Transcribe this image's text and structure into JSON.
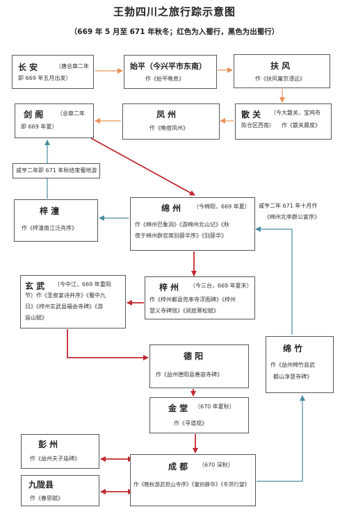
{
  "title": "王勃四川之旅行踪示意图",
  "subtitle": "（669 年 5 月至 671 年秋冬；红色为入蜀行，黑色为出蜀行）",
  "nodes": {
    "changan": {
      "name": "长  安",
      "note_l1": "（唐总章二年",
      "note_l2": "即 669 年五月出发）"
    },
    "shiping": {
      "name": "始平（今兴平市东南）",
      "work": "作《始平晚息》"
    },
    "fufeng": {
      "name": "扶  风",
      "work": "作《扶风寓京浸远》"
    },
    "sanguan": {
      "name": "散  关",
      "note_l1": "（今大散关，宝鸡市",
      "note_l2": "陈仓区西南）",
      "work": "作《散关晨度》"
    },
    "fengzhou": {
      "name": "凤  州",
      "work": "作《晚宿凤州》"
    },
    "jiange": {
      "name": "剑  阁",
      "note_l1": "（总章二年",
      "note_l2": "即 669 年夏）"
    },
    "xianheng_label": "咸亨二年即 671 年秋结束蜀地游",
    "zitong": {
      "name": "梓  潼",
      "work": "作《梓潼南江泛舟序》"
    },
    "mianzhou": {
      "name": "绵  州",
      "note": "（今绵阳，669 年夏）",
      "l1": "作《绵州巴象洞》《游绵州北山记》《秋",
      "l2": "夜于绵州群官席别薛华序》《别薛华》"
    },
    "xianheng2_label_l1": "咸亨二年 671 年十月作",
    "xianheng2_label_l2": "《绵州北亭群公宴序》",
    "xuanwu": {
      "name": "玄  武",
      "note": "（今中江，669 年重阳",
      "l1": "节）作《圣泉宴诗并序》《蜀中九",
      "l2": "日》《梓州玄武县福会寺碑》《游",
      "l3": "庙山赋》"
    },
    "zizhou": {
      "name": "梓  州",
      "note": "（今三台，669 年夏末）",
      "l1": "作《梓州郪县兜率寺浮图碑》《梓州",
      "l2": "慧义寺碑铭》《涧底寒松赋》"
    },
    "mianzhu": {
      "name": "绵  竹",
      "l1": "作《益州绵竹县武",
      "l2": "都山净慧寺碑》"
    },
    "deyang": {
      "name": "德  阳",
      "work": "作《益州德阳县善寂寺碑》"
    },
    "jintang": {
      "name": "金  堂",
      "note": "（670 年夏秋）",
      "work": "作《寻道观》"
    },
    "pengzhou": {
      "name": "彭  州",
      "work": "作《益州夫子庙碑》"
    },
    "chengdu": {
      "name": "成  都",
      "note": "（670 深秋）",
      "work": "作《晚秋游武担山寺序》《重别薛华》《冬郊行望》"
    },
    "jiulong": {
      "name": "九陇县",
      "work": "作《春思赋》"
    }
  },
  "colors": {
    "entry": "#c0282e",
    "exit": "#4a8aa0",
    "early": "#e8915a",
    "border": "#555555"
  }
}
